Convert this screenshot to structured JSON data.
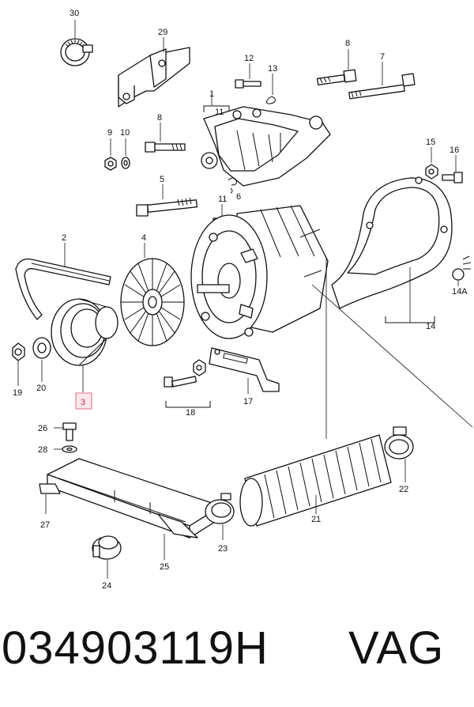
{
  "diagram": {
    "callouts": {
      "c30": "30",
      "c29": "29",
      "c8a": "8",
      "c7": "7",
      "c12": "12",
      "c13": "13",
      "c1": "1",
      "c11a": "11",
      "c9": "9",
      "c10": "10",
      "c8b": "8",
      "c15": "15",
      "c16": "16",
      "c5": "5",
      "c6": "6",
      "c11b": "11",
      "c2": "2",
      "c4": "4",
      "c14A": "14A",
      "c14": "14",
      "c19": "19",
      "c20": "20",
      "c3": "3",
      "c18": "18",
      "c17": "17",
      "c26": "26",
      "c28": "28",
      "c22": "22",
      "c21": "21",
      "c27": "27",
      "c23": "23",
      "c25": "25",
      "c24": "24"
    }
  },
  "footer": {
    "part_number": "034903119H",
    "brand": "VAG"
  },
  "colors": {
    "highlight_fill": "#fde8ec",
    "highlight_stroke": "#e36b86"
  }
}
